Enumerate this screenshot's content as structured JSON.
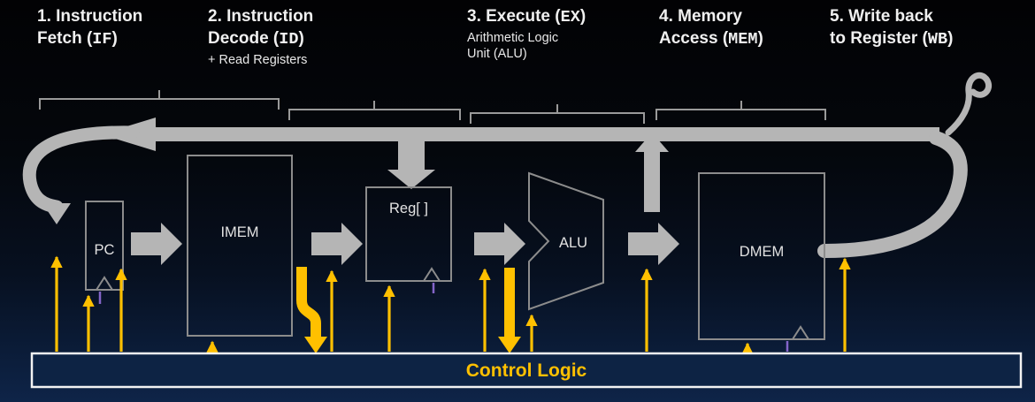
{
  "stages": [
    {
      "line1": "1. Instruction",
      "line2_pre": "Fetch (",
      "code": "IF",
      "line2_post": ")"
    },
    {
      "line1": "2. Instruction",
      "line2_pre": "Decode (",
      "code": "ID",
      "line2_post": ")",
      "sub": "+ Read Registers"
    },
    {
      "line1_pre": "3. Execute (",
      "code": "EX",
      "line1_post": ")",
      "sub1": "Arithmetic Logic",
      "sub2": "Unit (ALU)"
    },
    {
      "line1": "4. Memory",
      "line2_pre": "Access (",
      "code": "MEM",
      "line2_post": ")"
    },
    {
      "line1": "5. Write back",
      "line2_pre": "to Register (",
      "code": "WB",
      "line2_post": ")"
    }
  ],
  "components": {
    "pc": "PC",
    "imem": "IMEM",
    "regfile": "Reg[ ]",
    "alu": "ALU",
    "dmem": "DMEM",
    "control": "Control Logic"
  },
  "colors": {
    "background_bottom": "#0E2448",
    "datapath_gray": "#B5B5B5",
    "outline_gray": "#8C8C8C",
    "control_signal": "#FFC000",
    "control_text": "#FFC000",
    "clock_purple": "#8465C9",
    "label_text": "#F0F0F0"
  }
}
